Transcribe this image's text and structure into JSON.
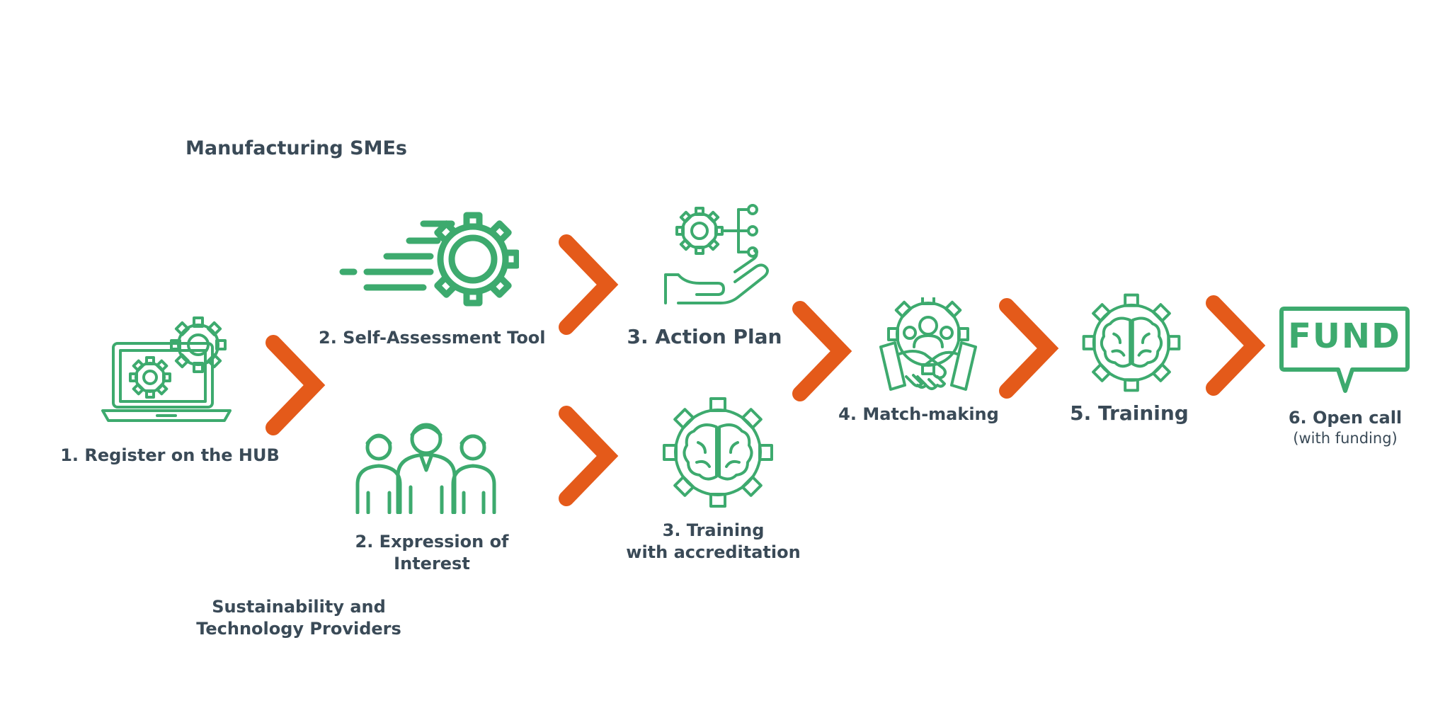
{
  "colors": {
    "icon": "#3daa6e",
    "arrow": "#e45a1a",
    "text": "#3a4a57"
  },
  "groups": {
    "smes": "Manufacturing SMEs",
    "providers_line1": "Sustainability and",
    "providers_line2": "Technology Providers"
  },
  "steps": {
    "register": "1. Register on the HUB",
    "self_assessment": "2. Self-Assessment Tool",
    "expression_line1": "2. Expression of",
    "expression_line2": "Interest",
    "action_plan": "3. Action Plan",
    "training_accr_line1": "3. Training",
    "training_accr_line2": "with accreditation",
    "matchmaking": "4. Match-making",
    "training": "5. Training",
    "open_call": "6. Open call",
    "open_call_sub": "(with funding)"
  },
  "fund_badge": "FUND",
  "icons": [
    "laptop-gears-icon",
    "fast-gear-icon",
    "team-people-icon",
    "hand-gear-network-icon",
    "brain-gear-icon",
    "handshake-people-icon",
    "brain-gear-icon",
    "fund-speech-bubble-icon",
    "chevron-right-icon"
  ]
}
